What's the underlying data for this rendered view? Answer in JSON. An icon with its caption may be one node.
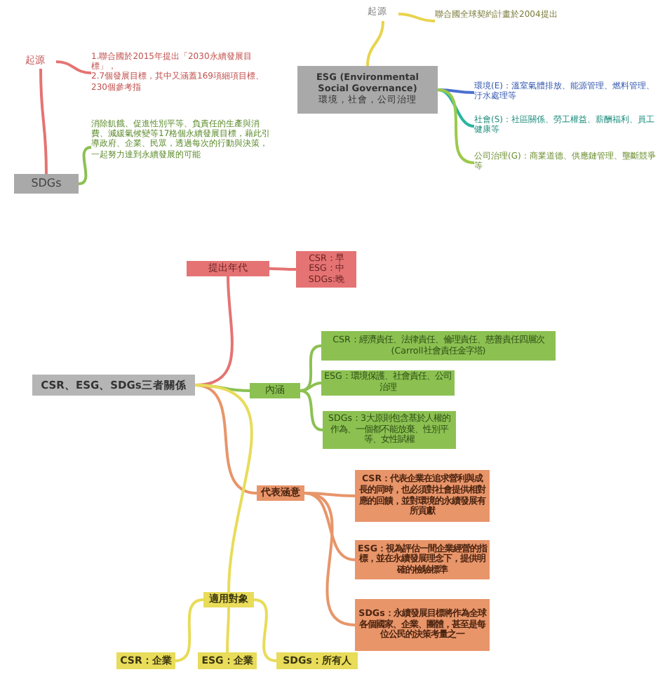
{
  "diagram": {
    "nodes": [
      {
        "text": [
          "SDGs"
        ]
      },
      {
        "text": [
          "起源"
        ]
      },
      {
        "text": [
          "1.聯合國於2015年提出「2030永續發展目標」，",
          "2.7個發展目標，其中又涵蓋169項細項目標、230個參考指"
        ]
      },
      {
        "text": [
          "消除飢餓、促進性別平等、負責任的生產與消費、減緩氣候變等17格個永續發展目標，藉此引導政府、企業、民眾，透過每次的行動與決策，一起努力達到永續發展的可能"
        ]
      },
      {
        "text": [
          "ESG (Environmental Social Governance)",
          "環境，社會，公司治理"
        ]
      },
      {
        "text": [
          "起源"
        ]
      },
      {
        "text": [
          "聯合國全球契約計畫於2004提出"
        ]
      },
      {
        "text": [
          "環境(E)：溫室氣體排放、能源管理、燃料管理、汙水處理等"
        ]
      },
      {
        "text": [
          "社會(S)：社區關係、勞工權益、薪酬福利、員工健康等"
        ]
      },
      {
        "text": [
          "公司治理(G)：商業道德、供應鏈管理、壟斷競爭等"
        ]
      },
      {
        "text": [
          "CSR、ESG、SDGs三者關係"
        ]
      },
      {
        "text": [
          "提出年代"
        ]
      },
      {
        "text": [
          "CSR：早 ESG：中 SDGs:晚"
        ]
      },
      {
        "text": [
          "內涵"
        ]
      },
      {
        "text": [
          "CSR：經濟責任、法律責任、倫理責任、慈善責任四層次(Carroll社會責任金字塔)"
        ]
      },
      {
        "text": [
          "ESG：環境保護、社會責任、公司治理"
        ]
      },
      {
        "text": [
          "SDGs：3大原則包含基於人權的作為、一個都不能放棄、性別平等、女性賦權"
        ]
      },
      {
        "text": [
          "代表涵意"
        ]
      },
      {
        "text": [
          "CSR：代表企業在追求營利與成長的同時，也必須對社會提供相對應的回饋，並對環境的永續發展有所貢獻"
        ]
      },
      {
        "text": [
          "ESG：視為評估一間企業經營的指標，並在永續發展理念下，提供明確的檢驗標準"
        ]
      },
      {
        "text": [
          "SDGs：永續發展目標將作為全球各個國家、企業、團體，甚至是每位公民的決策考量之一"
        ]
      },
      {
        "text": [
          "適用對象"
        ]
      },
      {
        "text": [
          "CSR：企業"
        ]
      },
      {
        "text": [
          "ESG：企業"
        ]
      },
      {
        "text": [
          "SDGs：所有人"
        ]
      }
    ],
    "edges": [
      {
        "from": 0,
        "to": 1,
        "arrow": "none",
        "color": "#e57373"
      },
      {
        "from": 1,
        "to": 2,
        "arrow": "none",
        "color": "#e57373"
      },
      {
        "from": 0,
        "to": 3,
        "arrow": "none",
        "color": "#8cc152"
      },
      {
        "from": 4,
        "to": 5,
        "arrow": "none",
        "color": "#e8d44d"
      },
      {
        "from": 5,
        "to": 6,
        "arrow": "none",
        "color": "#e8d44d"
      },
      {
        "from": 4,
        "to": 7,
        "arrow": "none",
        "color": "#4a6fd0"
      },
      {
        "from": 4,
        "to": 8,
        "arrow": "none",
        "color": "#2bb5a0"
      },
      {
        "from": 4,
        "to": 9,
        "arrow": "none",
        "color": "#9bc94b"
      },
      {
        "from": 10,
        "to": 11,
        "arrow": "none",
        "color": "#e57373"
      },
      {
        "from": 11,
        "to": 12,
        "arrow": "none",
        "color": "#e57373"
      },
      {
        "from": 10,
        "to": 13,
        "arrow": "none",
        "color": "#8cc152"
      },
      {
        "from": 13,
        "to": 14,
        "arrow": "none",
        "color": "#8cc152"
      },
      {
        "from": 13,
        "to": 15,
        "arrow": "none",
        "color": "#8cc152"
      },
      {
        "from": 13,
        "to": 16,
        "arrow": "none",
        "color": "#8cc152"
      },
      {
        "from": 10,
        "to": 17,
        "arrow": "none",
        "color": "#e8956a"
      },
      {
        "from": 17,
        "to": 18,
        "arrow": "none",
        "color": "#e8956a"
      },
      {
        "from": 17,
        "to": 19,
        "arrow": "none",
        "color": "#e8956a"
      },
      {
        "from": 17,
        "to": 20,
        "arrow": "none",
        "color": "#e8956a"
      },
      {
        "from": 10,
        "to": 21,
        "arrow": "none",
        "color": "#e8dc5a"
      },
      {
        "from": 21,
        "to": 22,
        "arrow": "none",
        "color": "#e8dc5a"
      },
      {
        "from": 21,
        "to": 23,
        "arrow": "none",
        "color": "#e8dc5a"
      },
      {
        "from": 21,
        "to": 24,
        "arrow": "none",
        "color": "#e8dc5a"
      }
    ]
  }
}
